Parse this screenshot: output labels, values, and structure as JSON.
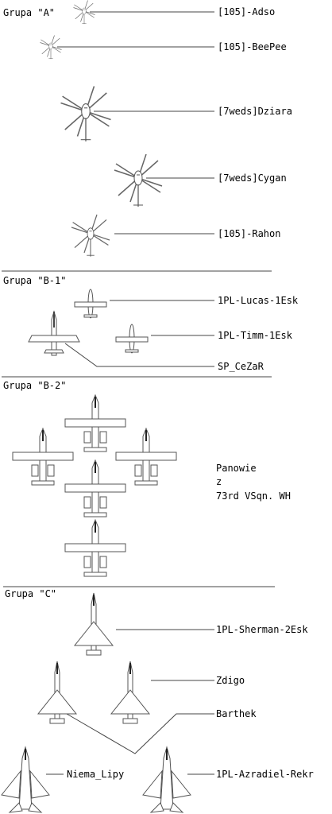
{
  "groups": [
    {
      "id": "A",
      "title": "Grupa \"A\"",
      "pilots": [
        "[105]-Adso",
        "[105]-BeePee",
        "[7weds]Dziara",
        "[7weds]Cygan",
        "[105]-Rahon"
      ]
    },
    {
      "id": "B1",
      "title": "Grupa \"B-1\"",
      "pilots": [
        "1PL-Lucas-1Esk",
        "1PL-Timm-1Esk",
        "SP_CeZaR"
      ]
    },
    {
      "id": "B2",
      "title": "Grupa \"B-2\"",
      "note": [
        "Panowie",
        "z",
        "73rd VSqn. WH"
      ]
    },
    {
      "id": "C",
      "title": "Grupa \"C\"",
      "pilots": [
        "1PL-Sherman-2Esk",
        "Zdigo",
        "Barthek",
        "Niema_Lipy",
        "1PL-Azradiel-Rekr"
      ]
    }
  ],
  "colors": {
    "ink": "#000000",
    "line": "#444444",
    "aircraft": "#555555",
    "background": "#ffffff"
  },
  "icons": [
    "helicopter-icon",
    "trainer-plane-icon",
    "attack-jet-icon",
    "a10-jet-icon",
    "mig21-jet-icon",
    "mig29-jet-icon"
  ]
}
